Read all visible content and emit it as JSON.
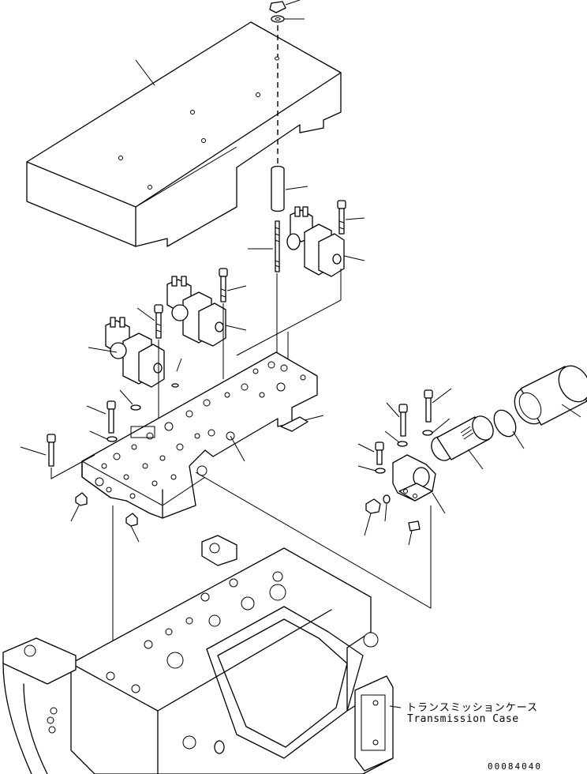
{
  "callout": {
    "label_ja": "トランスミッションケース",
    "label_en": "Transmission Case"
  },
  "drawing_number": "00084040"
}
